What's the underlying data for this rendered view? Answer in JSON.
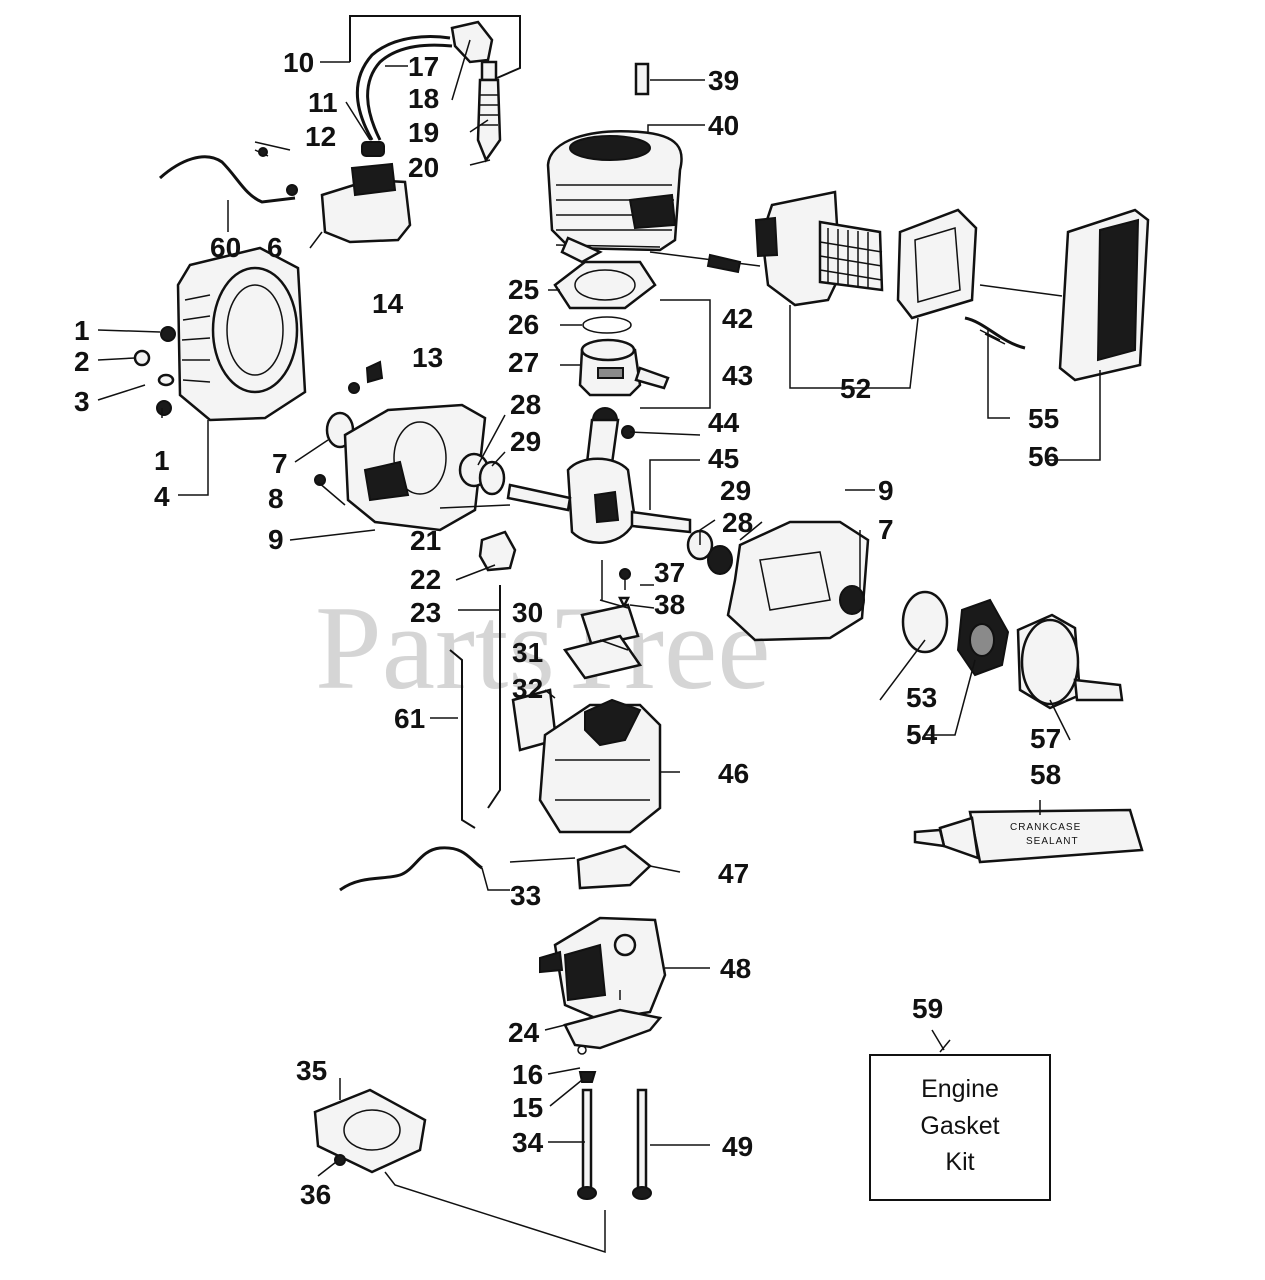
{
  "watermark": "PartsTree",
  "kit_box": {
    "number": "59",
    "lines": [
      "Engine",
      "Gasket",
      "Kit"
    ]
  },
  "tube_label": [
    "CRANKCASE",
    "SEALANT"
  ],
  "labels": [
    "10",
    "17",
    "18",
    "11",
    "19",
    "12",
    "20",
    "60",
    "6",
    "39",
    "40",
    "25",
    "42",
    "26",
    "43",
    "27",
    "44",
    "45",
    "52",
    "55",
    "56",
    "1",
    "2",
    "3",
    "1",
    "4",
    "14",
    "13",
    "7",
    "28",
    "29",
    "8",
    "9",
    "21",
    "22",
    "23",
    "30",
    "31",
    "32",
    "61",
    "29",
    "28",
    "9",
    "7",
    "37",
    "38",
    "53",
    "54",
    "57",
    "58",
    "46",
    "47",
    "33",
    "48",
    "24",
    "16",
    "15",
    "34",
    "49",
    "35",
    "36"
  ]
}
